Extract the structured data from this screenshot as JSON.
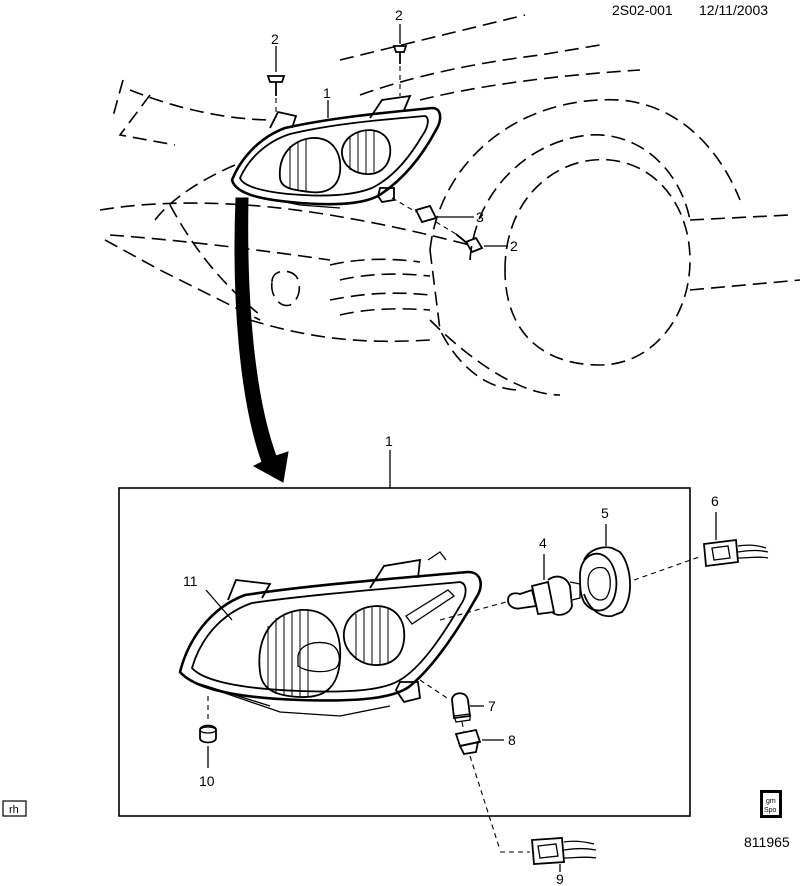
{
  "header": {
    "code": "2S02-001",
    "date": "12/11/2003"
  },
  "callouts": {
    "c1_top": "1",
    "c2_a": "2",
    "c2_b": "2",
    "c2_c": "2",
    "c3": "3",
    "c1_detail": "1",
    "c4": "4",
    "c5": "5",
    "c6": "6",
    "c7": "7",
    "c8": "8",
    "c9": "9",
    "c10": "10",
    "c11": "11"
  },
  "side_tag": "rh",
  "logo": {
    "line1": "gm",
    "line2": "Spo"
  },
  "figure_number": "811965"
}
